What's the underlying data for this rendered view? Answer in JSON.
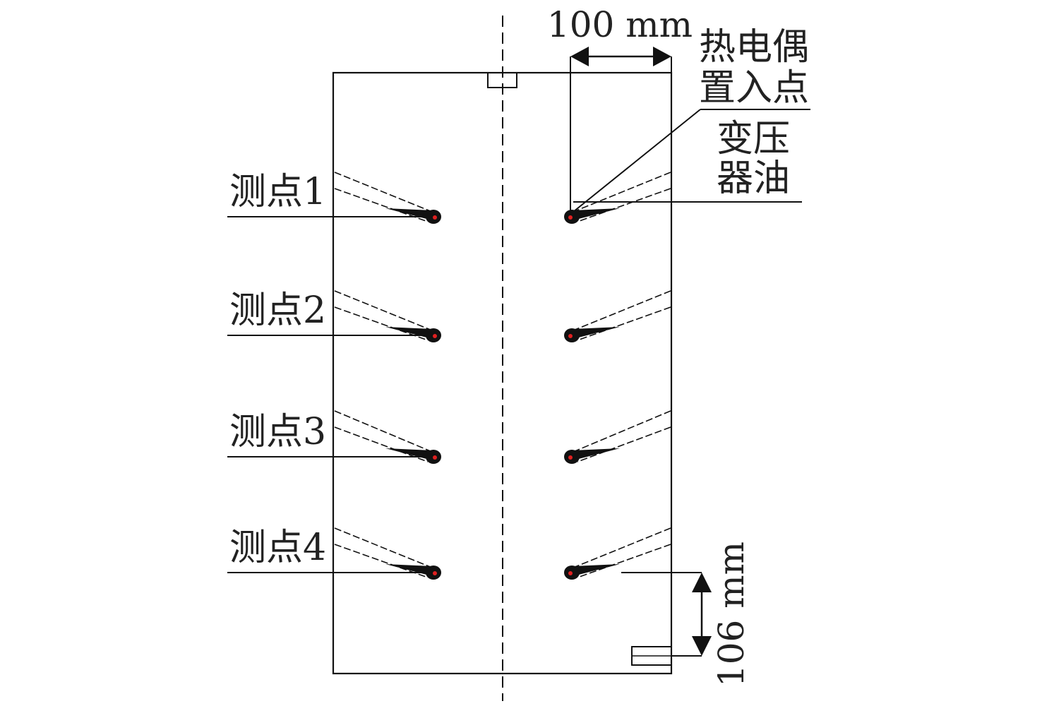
{
  "labels": {
    "dim_width": "100 mm",
    "dim_height": "106 mm",
    "thermocouple_line1": "热电偶",
    "thermocouple_line2": "置入点",
    "oil_line1": "变压",
    "oil_line2": "器油"
  },
  "points": [
    {
      "label": "测点1"
    },
    {
      "label": "测点2"
    },
    {
      "label": "测点3"
    },
    {
      "label": "测点4"
    }
  ],
  "colors": {
    "line": "#111111",
    "marker": "#e02020"
  }
}
